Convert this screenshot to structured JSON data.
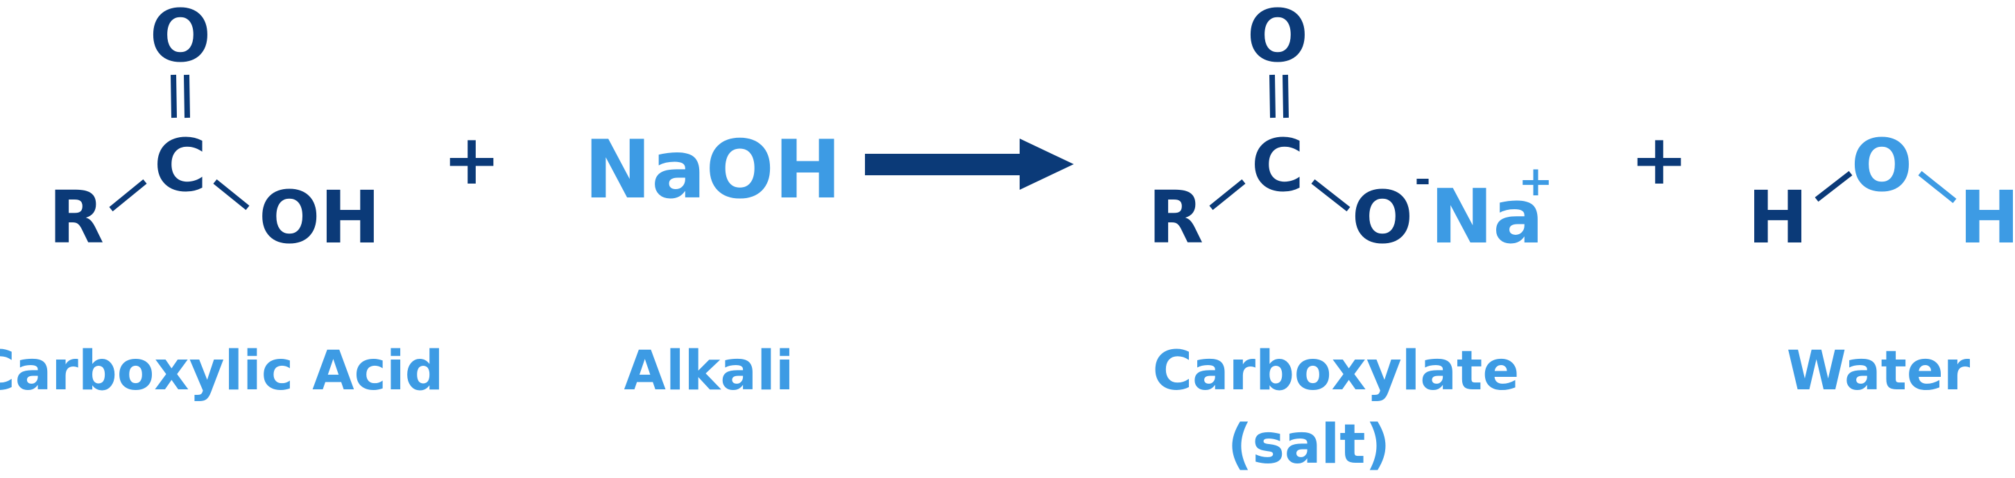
{
  "colors": {
    "dark": "#0b3a78",
    "light": "#3d9be4",
    "background": "#ffffff"
  },
  "plus_sign": "+",
  "acid": {
    "atoms": {
      "carbonyl_o": "O",
      "carbon": "C",
      "r_group": "R",
      "hydroxyl": "OH"
    },
    "label": "Carboxylic Acid"
  },
  "alkali": {
    "formula": {
      "na": "Na",
      "oh": "OH"
    },
    "label": "Alkali"
  },
  "reaction_arrow_icon": "right-arrow",
  "salt": {
    "atoms": {
      "carbonyl_o": "O",
      "carbon": "C",
      "r_group": "R",
      "anion_o": "O",
      "minus_charge": "-",
      "sodium": "Na",
      "plus_charge": "+"
    },
    "label_line1": "Carboxylate",
    "label_line2": "(salt)"
  },
  "water": {
    "atoms": {
      "h_left": "H",
      "oxygen": "O",
      "h_right": "H"
    },
    "label": "Water"
  }
}
